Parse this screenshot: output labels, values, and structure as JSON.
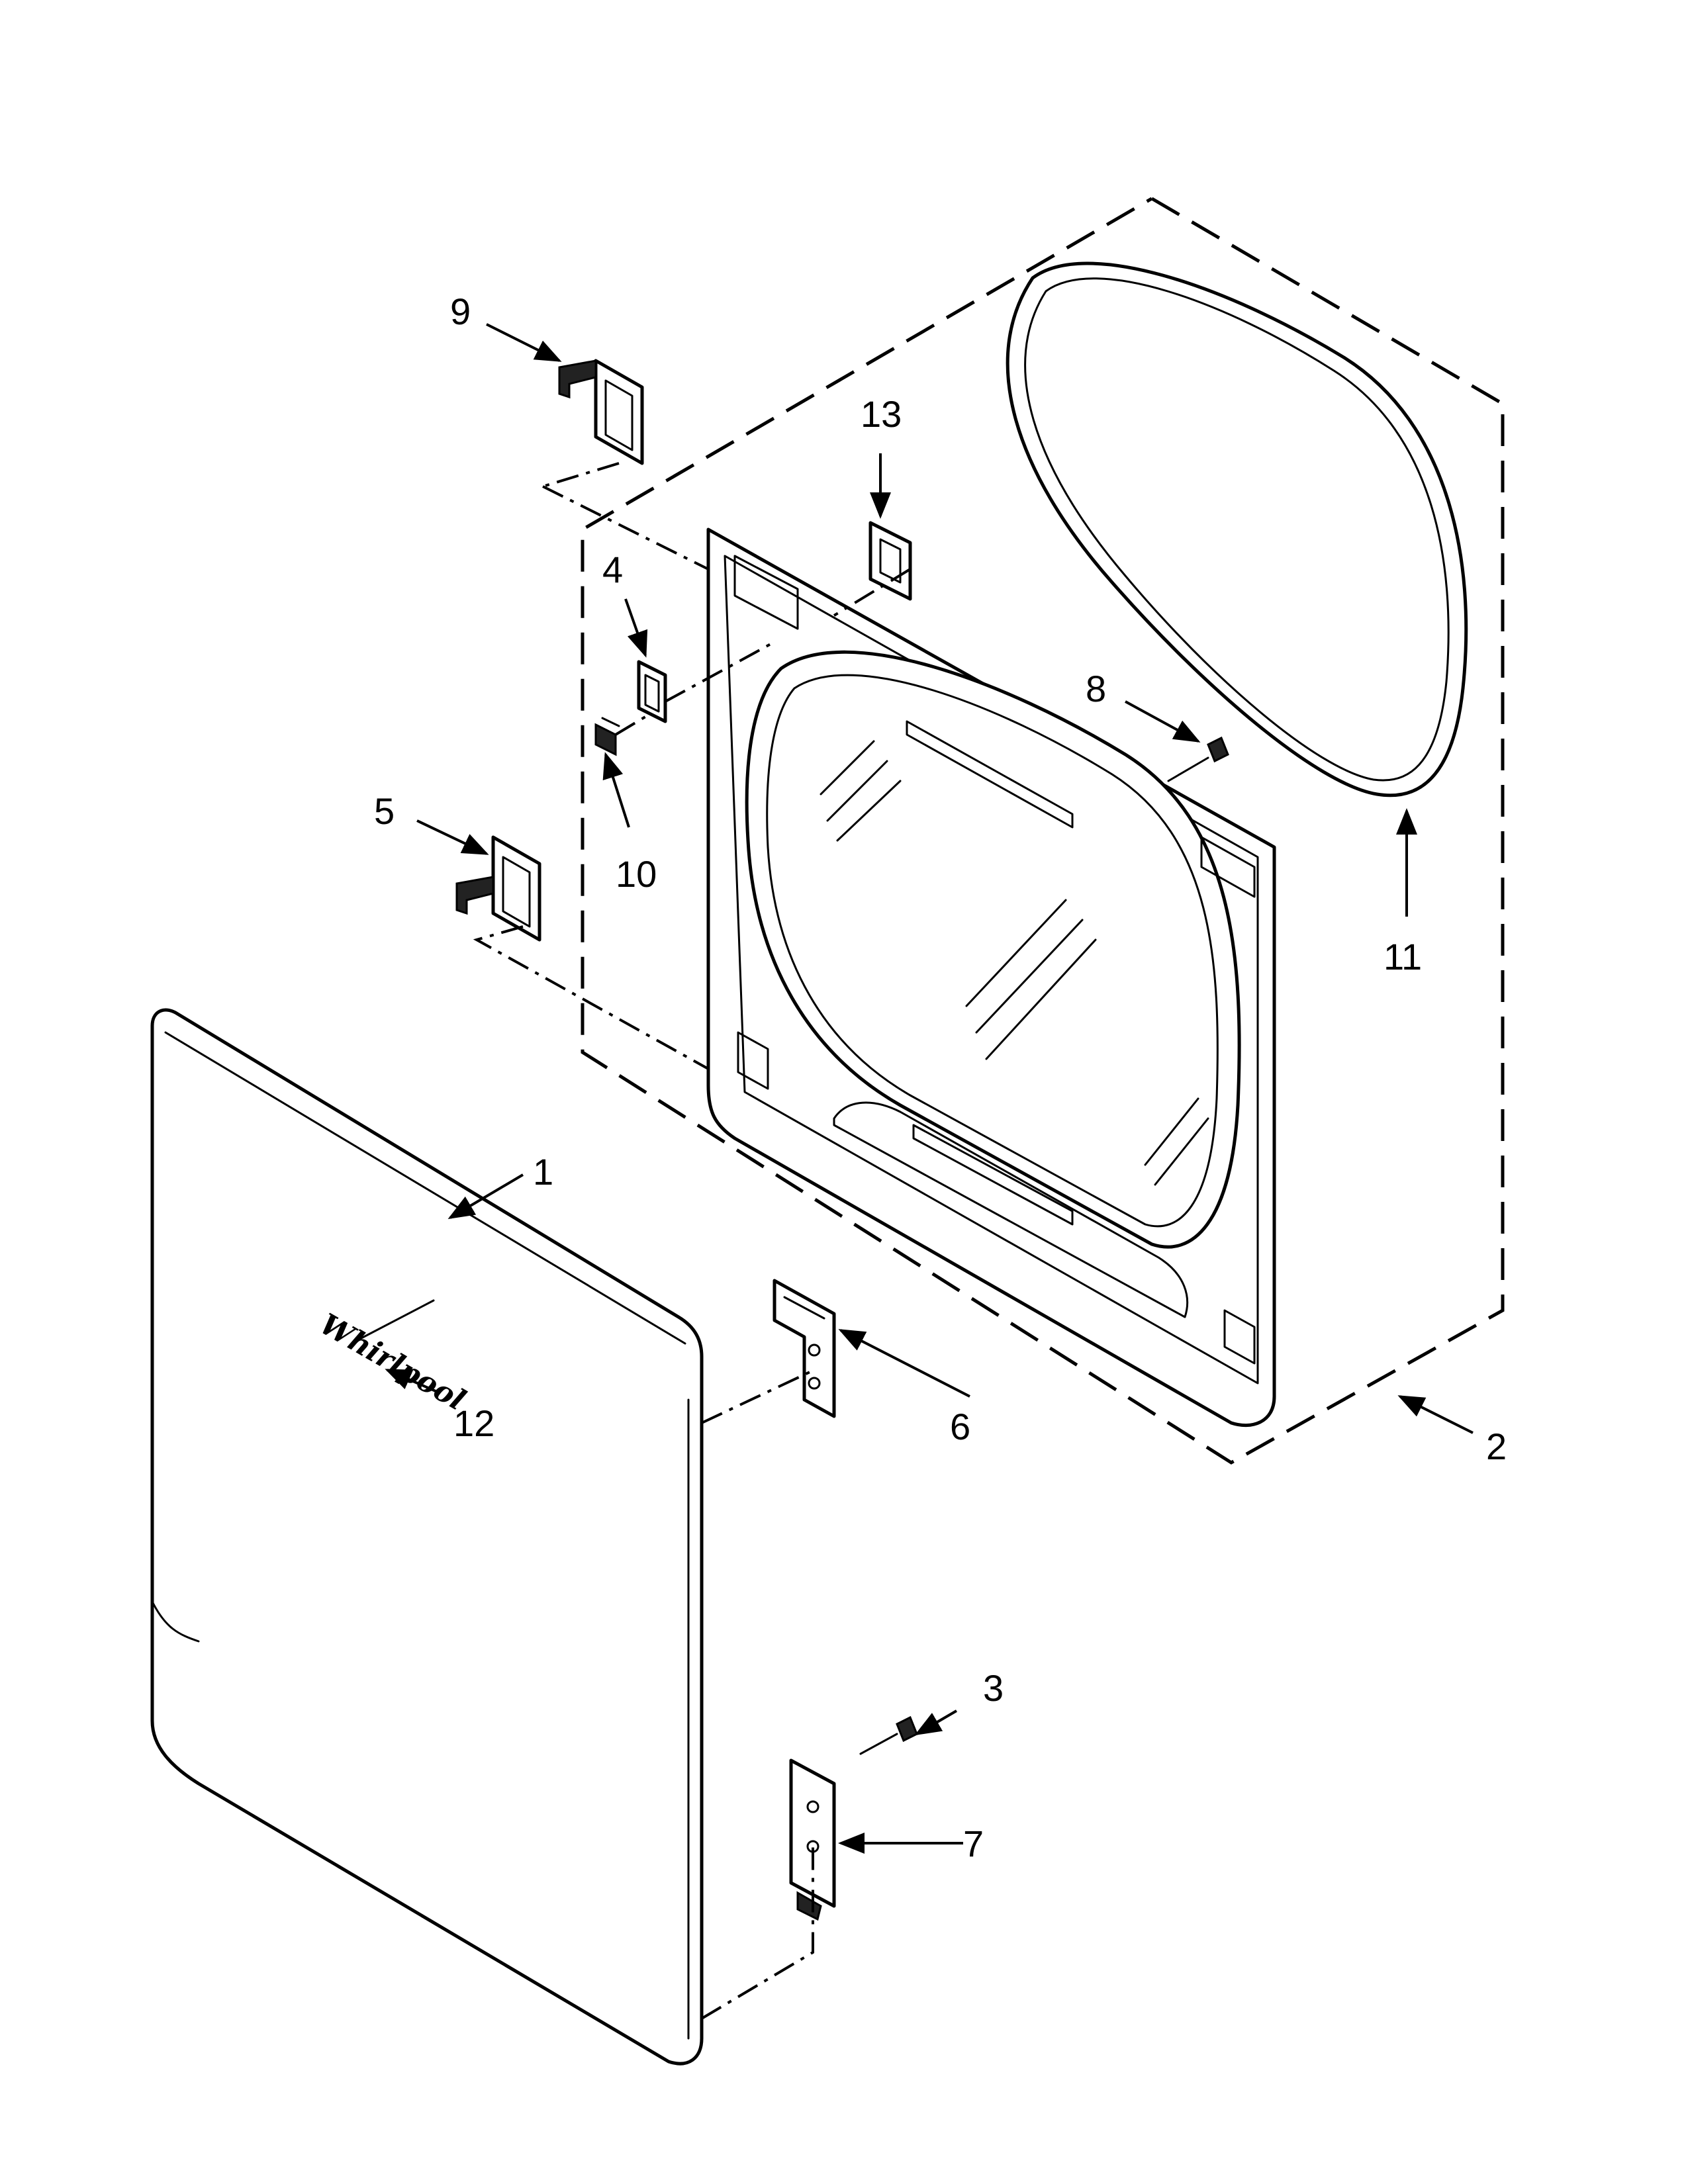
{
  "diagram": {
    "callouts": [
      {
        "id": "1",
        "label": "1"
      },
      {
        "id": "2",
        "label": "2"
      },
      {
        "id": "3",
        "label": "3"
      },
      {
        "id": "4",
        "label": "4"
      },
      {
        "id": "5",
        "label": "5"
      },
      {
        "id": "6",
        "label": "6"
      },
      {
        "id": "7",
        "label": "7"
      },
      {
        "id": "8",
        "label": "8"
      },
      {
        "id": "9",
        "label": "9"
      },
      {
        "id": "10",
        "label": "10"
      },
      {
        "id": "11",
        "label": "11"
      },
      {
        "id": "12",
        "label": "12"
      },
      {
        "id": "13",
        "label": "13"
      }
    ],
    "logo_text": "Whirlpool"
  }
}
